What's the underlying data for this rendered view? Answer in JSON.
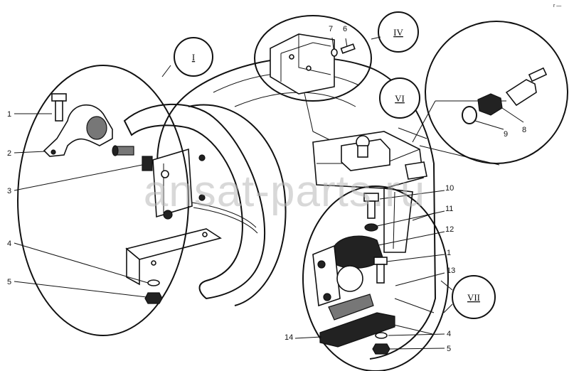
{
  "watermark": "ansat-parts.ru",
  "callouts": {
    "I": "I",
    "IV": "IV",
    "VI": "VI",
    "VII": "VII"
  },
  "labels": {
    "p1_left": "1",
    "p2": "2",
    "p3": "3",
    "p4_left": "4",
    "p5_left": "5",
    "p6": "6",
    "p7": "7",
    "p8": "8",
    "p9": "9",
    "p10": "10",
    "p11": "11",
    "p12": "12",
    "p1_right": "1",
    "p13": "13",
    "p14": "14",
    "p4_right": "4",
    "p5_right": "5"
  },
  "corner_mark": "r —"
}
